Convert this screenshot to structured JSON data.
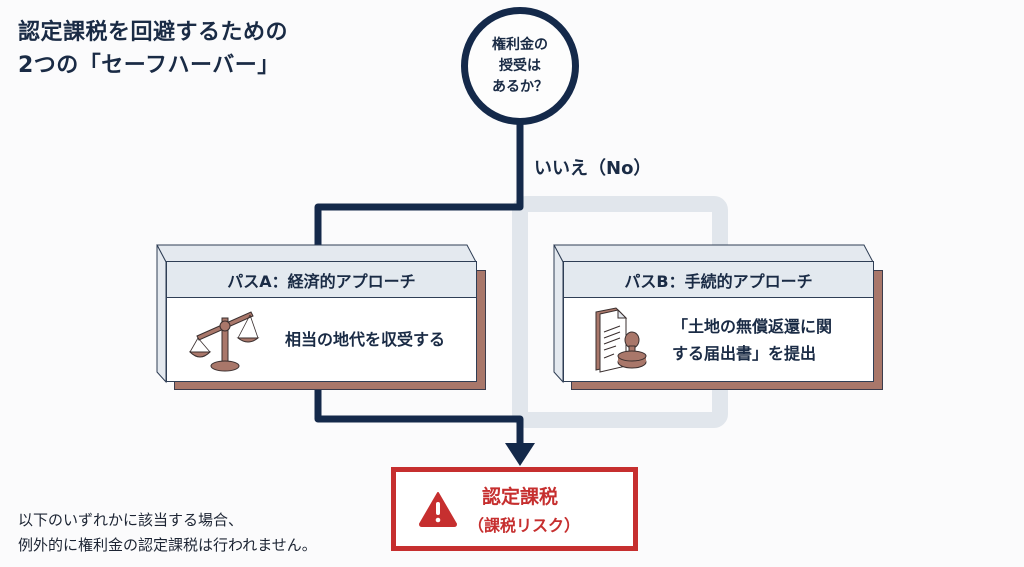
{
  "title": {
    "line1": "認定課税を回避するための",
    "line2": "2つの「セーフハーバー」"
  },
  "question": {
    "lines": [
      "権利金の",
      "授受は",
      "あるか？"
    ]
  },
  "branch_label": "いいえ（No）",
  "paths": [
    {
      "header": "パスA：経済的アプローチ",
      "body_lines": [
        "相当の地代を収受する"
      ],
      "icon": "scale-icon",
      "active": true
    },
    {
      "header": "パスB：手続的アプローチ",
      "body_lines": [
        "「土地の無償返還に関",
        "する届出書」を提出"
      ],
      "icon": "document-stamp-icon",
      "active": false
    }
  ],
  "result": {
    "title": "認定課税",
    "subtitle": "（課税リスク）",
    "icon": "warning-icon"
  },
  "note": {
    "line1": "以下のいずれかに該当する場合、",
    "line2": "例外的に権利金の認定課税は行われません。"
  },
  "colors": {
    "navy": "#14294a",
    "inactive_path": "#e1e6ec",
    "shadow_brown": "#a9776a",
    "risk_red": "#c62f2f"
  }
}
